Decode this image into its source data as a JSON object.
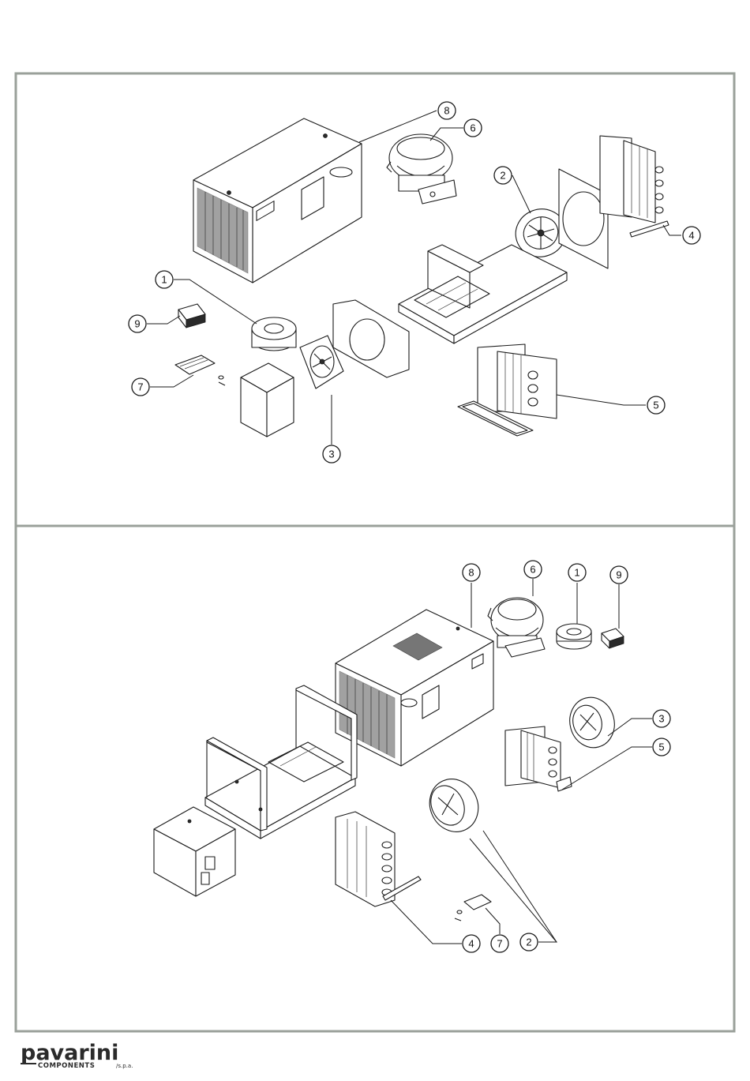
{
  "brand": {
    "name": "pavarini",
    "sub": "COMPONENTS",
    "suffix": "/s.p.a."
  },
  "panels": [
    {
      "callouts": [
        "8",
        "6",
        "2",
        "4",
        "1",
        "9",
        "7",
        "3",
        "5"
      ]
    },
    {
      "callouts": [
        "8",
        "6",
        "1",
        "9",
        "3",
        "5",
        "4",
        "7",
        "2"
      ]
    }
  ]
}
